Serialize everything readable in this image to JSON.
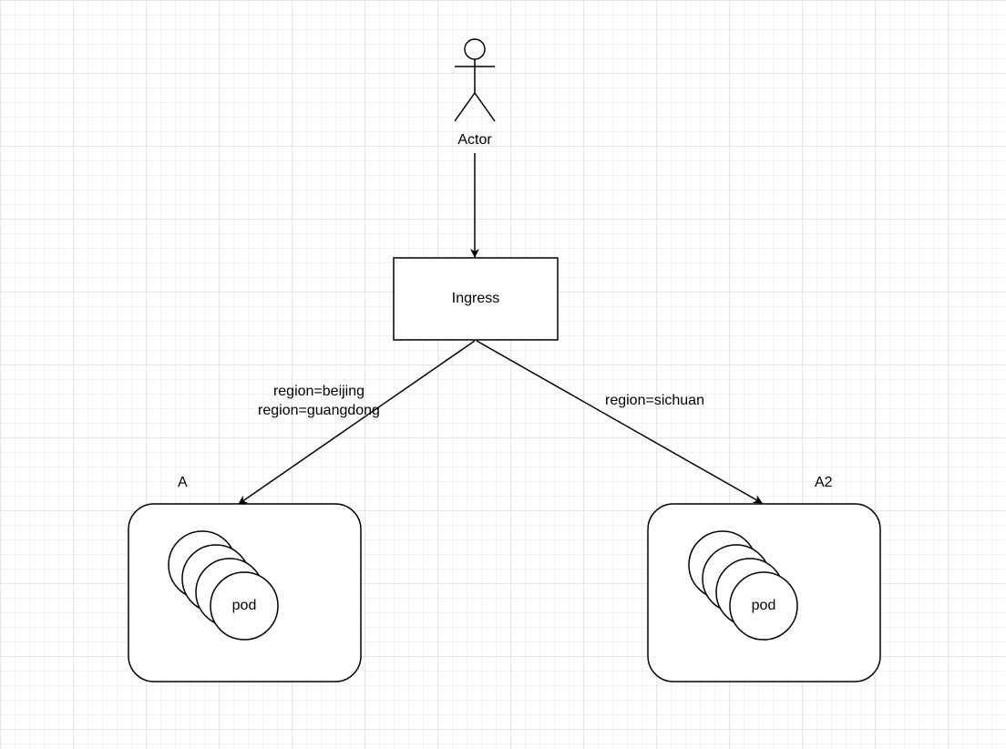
{
  "actor": {
    "label": "Actor"
  },
  "ingress": {
    "label": "Ingress"
  },
  "edges": {
    "left_label_line1": "region=beijing",
    "left_label_line2": "region=guangdong",
    "right_label": "region=sichuan"
  },
  "groups": {
    "left": {
      "label": "A",
      "pod_label": "pod"
    },
    "right": {
      "label": "A2",
      "pod_label": "pod"
    }
  },
  "colors": {
    "stroke": "#000000",
    "fill": "#ffffff",
    "grid_major": "#e6e6e6",
    "grid_minor": "#f2f2f2"
  }
}
